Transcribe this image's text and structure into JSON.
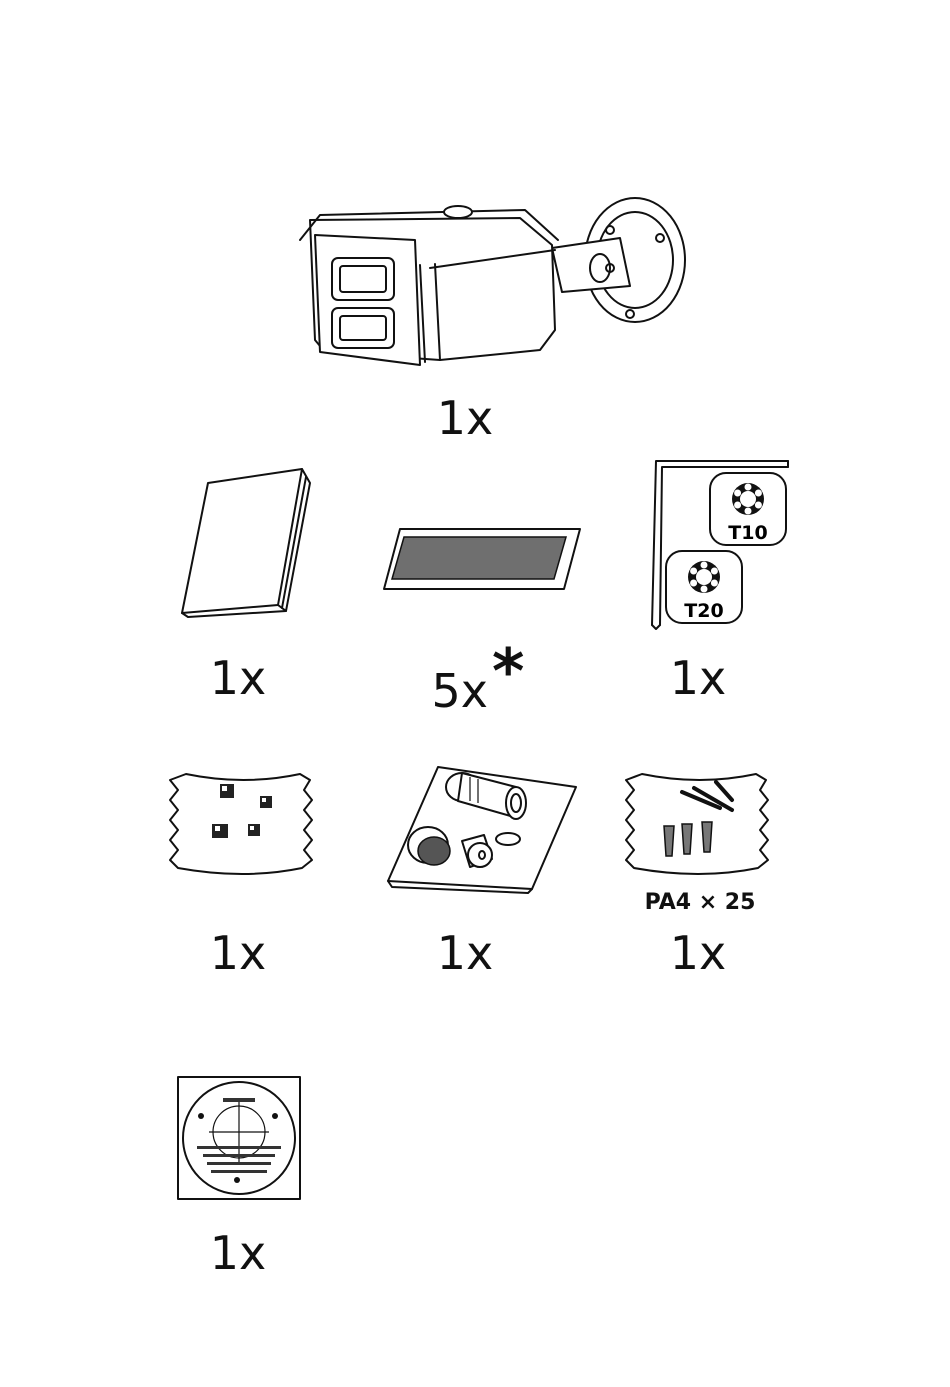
{
  "items": [
    {
      "quantity": "1x",
      "icon": "bullet-camera-icon"
    },
    {
      "quantity": "1x",
      "icon": "manual-booklet-icon"
    },
    {
      "quantity": "5x",
      "suffix": "*",
      "icon": "adhesive-strip-icon"
    },
    {
      "quantity": "1x",
      "icon": "torx-key-icon",
      "labels": [
        "T10",
        "T20"
      ]
    },
    {
      "quantity": "1x",
      "icon": "connector-bag-icon"
    },
    {
      "quantity": "1x",
      "icon": "waterproof-cable-kit-icon"
    },
    {
      "quantity": "1x",
      "icon": "screw-anchor-bag-icon",
      "note": "PA4 × 25"
    },
    {
      "quantity": "1x",
      "icon": "drill-template-icon"
    }
  ]
}
